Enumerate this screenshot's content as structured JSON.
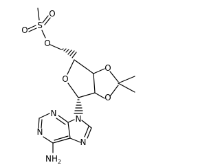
{
  "structure": {
    "atom_labels": {
      "s_mesyl": "S",
      "o_sulfonyl_top": "O",
      "o_sulfonyl_left": "O",
      "o_ester": "O",
      "o_ring": "O",
      "o_acetal_upper": "O",
      "o_acetal_lower": "O",
      "n9": "N",
      "n7": "N",
      "n3": "N",
      "n1": "N",
      "amine_n": "NH",
      "amine_h_count": "2"
    }
  }
}
